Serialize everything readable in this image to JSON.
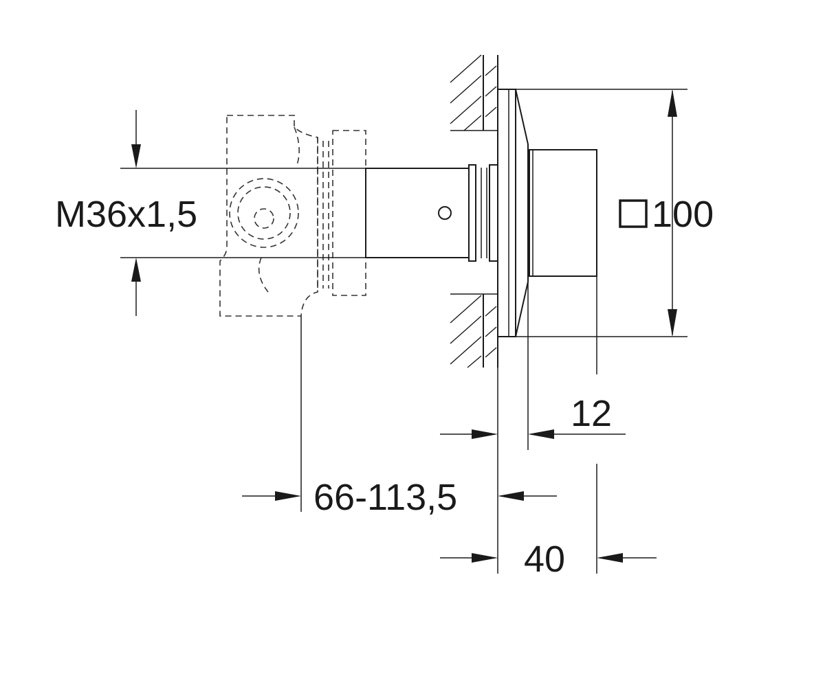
{
  "diagram": {
    "labels": {
      "thread_spec": "M36x1,5",
      "plate_size": "100",
      "depth_cap": "12",
      "depth_installation_range": "66-113,5",
      "depth_total": "40"
    },
    "icons": {
      "square_symbol": "square-icon"
    }
  }
}
